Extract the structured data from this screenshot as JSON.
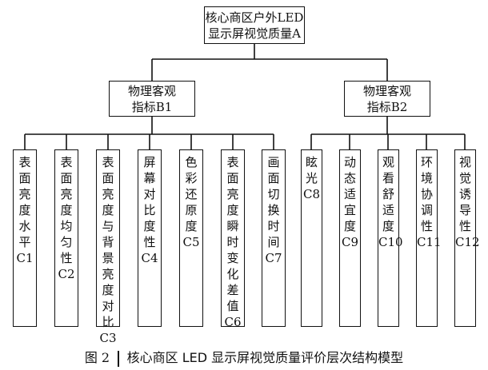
{
  "root": {
    "line1": "核心商区户外LED",
    "line2": "显示屏视觉质量A"
  },
  "mid": [
    {
      "line1": "物理客观",
      "line2": "指标B1"
    },
    {
      "line1": "物理客观",
      "line2": "指标B2"
    }
  ],
  "leaves": [
    {
      "chars": [
        "表",
        "面",
        "亮",
        "度",
        "水",
        "平"
      ],
      "code": "C1"
    },
    {
      "chars": [
        "表",
        "面",
        "亮",
        "度",
        "均",
        "匀",
        "性"
      ],
      "code": "C2"
    },
    {
      "chars": [
        "表",
        "面",
        "亮",
        "度",
        "与",
        "背",
        "景",
        "亮",
        "度",
        "对",
        "比"
      ],
      "code": "C3"
    },
    {
      "chars": [
        "屏",
        "幕",
        "对",
        "比",
        "度",
        "性"
      ],
      "code": "C4"
    },
    {
      "chars": [
        "色",
        "彩",
        "还",
        "原",
        "度"
      ],
      "code": "C5"
    },
    {
      "chars": [
        "表",
        "面",
        "亮",
        "度",
        "瞬",
        "时",
        "变",
        "化",
        "差",
        "值"
      ],
      "code": "C6"
    },
    {
      "chars": [
        "画",
        "面",
        "切",
        "换",
        "时",
        "间"
      ],
      "code": "C7"
    },
    {
      "chars": [
        "眩",
        "光"
      ],
      "code": "C8"
    },
    {
      "chars": [
        "动",
        "态",
        "适",
        "宜",
        "度"
      ],
      "code": "C9"
    },
    {
      "chars": [
        "观",
        "看",
        "舒",
        "适",
        "度"
      ],
      "code": "C10"
    },
    {
      "chars": [
        "环",
        "境",
        "协",
        "调",
        "性"
      ],
      "code": "C11"
    },
    {
      "chars": [
        "视",
        "觉",
        "诱",
        "导",
        "性"
      ],
      "code": "C12"
    }
  ],
  "caption": {
    "figure": "图 2",
    "text": "核心商区 LED 显示屏视觉质量评价层次结构模型"
  }
}
